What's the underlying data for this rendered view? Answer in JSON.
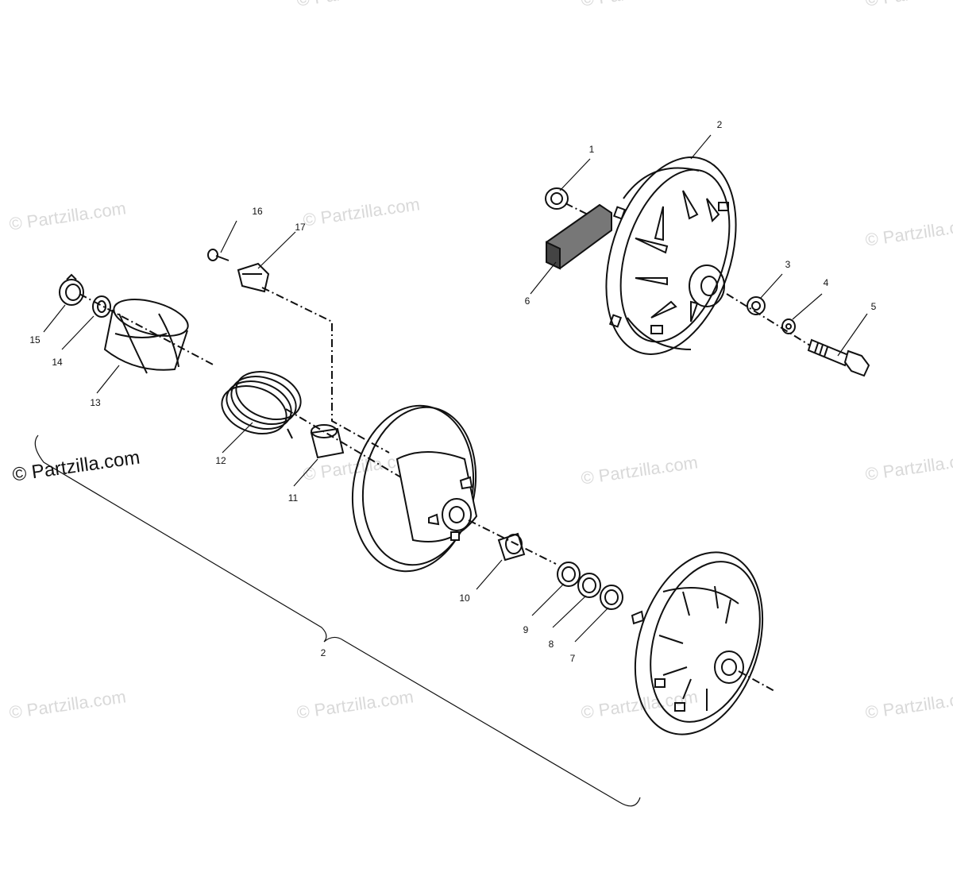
{
  "watermark": "© Partzilla.com",
  "callouts": [
    "1",
    "2",
    "3",
    "4",
    "5",
    "6",
    "7",
    "8",
    "9",
    "10",
    "11",
    "12",
    "13",
    "14",
    "15",
    "16",
    "17"
  ],
  "bracket_label": "2"
}
